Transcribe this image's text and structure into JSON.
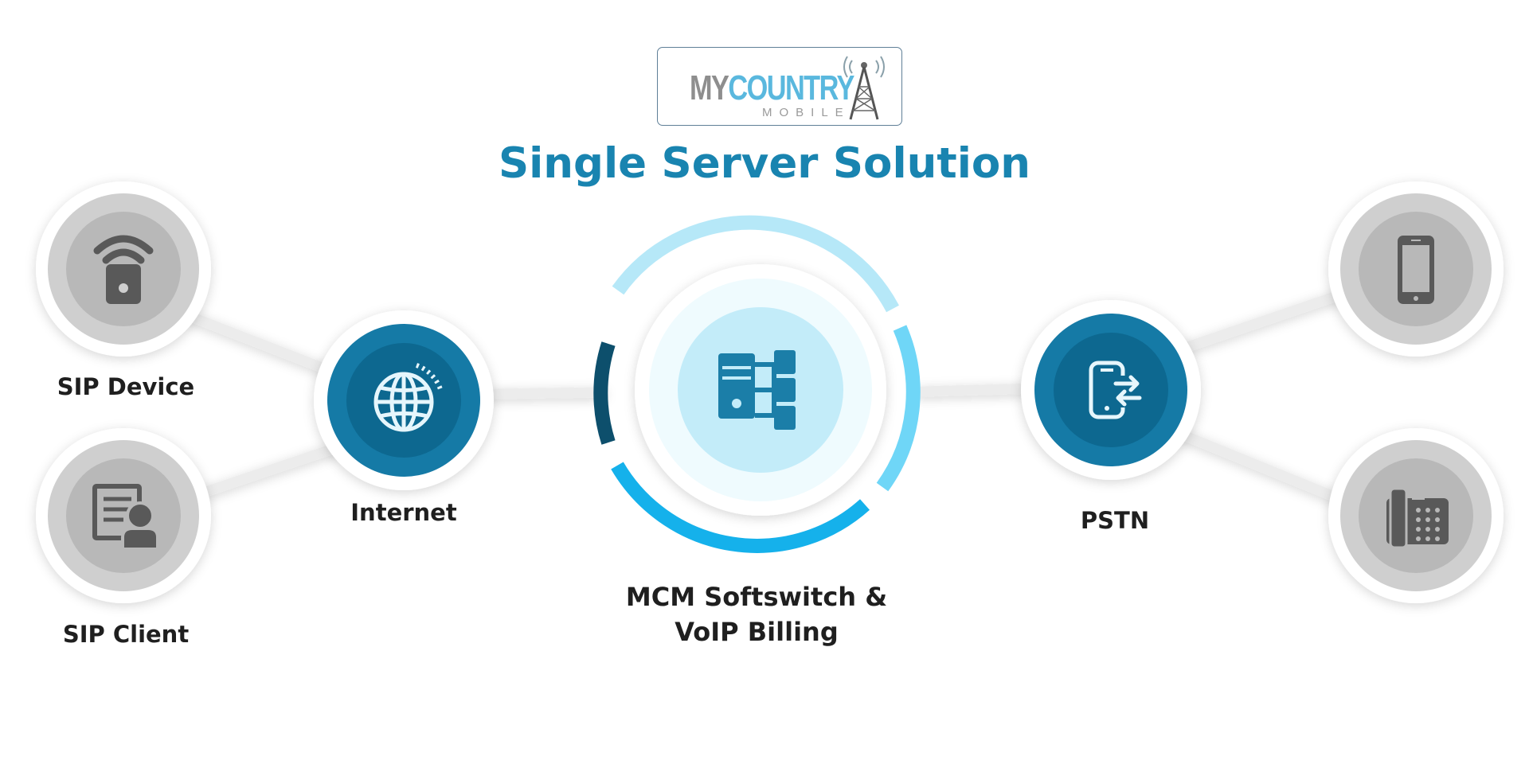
{
  "logo": {
    "line1_a": "MY",
    "line1_b": "COUNTRY",
    "line2": "MOBILE"
  },
  "title": "Single Server Solution",
  "nodes": {
    "sip_device": {
      "label": "SIP Device",
      "icon": "wifi-lock-icon"
    },
    "sip_client": {
      "label": "SIP Client",
      "icon": "user-document-icon"
    },
    "internet": {
      "label": "Internet",
      "icon": "globe-icon"
    },
    "center": {
      "label_line1": "MCM Softswitch &",
      "label_line2": "VoIP Billing",
      "icon": "server-network-icon"
    },
    "pstn": {
      "label": "PSTN",
      "icon": "phone-transfer-icon"
    },
    "mobile": {
      "icon": "smartphone-icon"
    },
    "desk_phone": {
      "icon": "desk-phone-icon"
    }
  },
  "colors": {
    "title": "#1984b0",
    "node_dark_outer": "#157aa6",
    "node_dark_inner": "#0d6890",
    "node_gray_outer": "#cfcfcf",
    "node_gray_inner": "#b8b8b8",
    "icon_gray": "#595959",
    "center_fill": "#c3ecf9",
    "center_icon": "#1b7ea8",
    "arc_light": "#b6e8f8",
    "arc_cyan": "#6fd6f7",
    "arc_blue": "#15b1eb",
    "arc_dark": "#0d4f6c"
  }
}
